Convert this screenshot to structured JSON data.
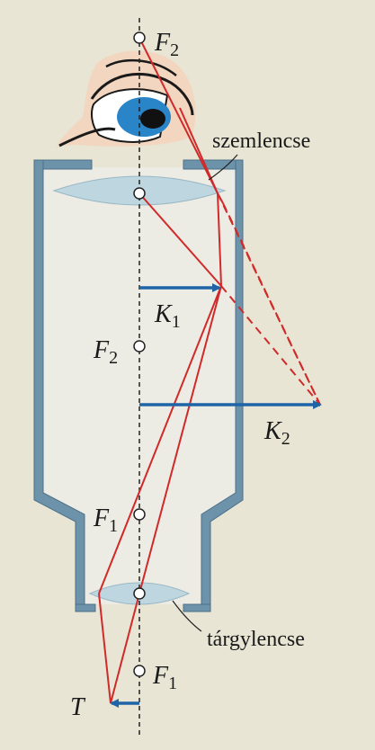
{
  "colors": {
    "background": "#e8e5d4",
    "tube_fill": "#ecebe4",
    "tube_wall": "#6d93ab",
    "tube_wall_edge": "#4c6f87",
    "lens_fill": "#bdd6df",
    "ray": "#d02a2a",
    "arrow": "#1f64a6",
    "axis": "#222222",
    "skin": "#f2d6bf",
    "iris": "#2a84c8"
  },
  "labels": {
    "f2_top": {
      "main": "F",
      "sub": "2"
    },
    "eyepiece": "szemlencse",
    "k1": {
      "main": "K",
      "sub": "1"
    },
    "f2_mid": {
      "main": "F",
      "sub": "2"
    },
    "k2": {
      "main": "K",
      "sub": "2"
    },
    "f1_upper": {
      "main": "F",
      "sub": "1"
    },
    "objective": "tárgylencse",
    "f1_lower": {
      "main": "F",
      "sub": "1"
    },
    "object": "T"
  }
}
